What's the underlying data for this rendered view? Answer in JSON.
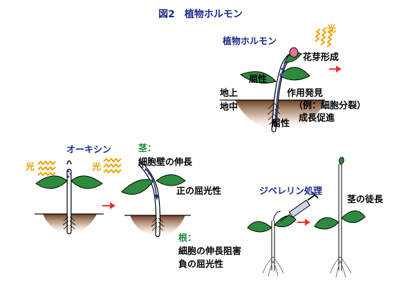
{
  "figure": {
    "title": "図2　植物ホルモン"
  },
  "top_panel": {
    "hormone_label": "植物ホルモン",
    "light_label": "光",
    "flower_label": "花芽形成",
    "tropism_upper": "屈性",
    "ground_above": "地上",
    "ground_below": "地中",
    "action_line1": "作用発見",
    "action_line2": "（例：細胞分裂）",
    "action_line3": "成長促進",
    "tropism_lower": "屈性"
  },
  "auxin_panel": {
    "auxin_label": "オーキシン",
    "light_left": "光",
    "light_right": "光",
    "stem_heading": "茎：",
    "stem_text": "細胞壁の伸長",
    "stem_phototropism": "正の屈光性",
    "root_heading": "根：",
    "root_text1": "細胞の伸長阻害",
    "root_text2": "負の屈光性"
  },
  "gibberellin_panel": {
    "treatment_label": "ジベレリン処理",
    "result_label": "茎の徒長"
  },
  "colors": {
    "title": "#1c2a8c",
    "hormone_text": "#1c2a8c",
    "light": "#f0a000",
    "leaf": "#2e8a3e",
    "arrow_red": "#e8322a",
    "soil": "#6b3c22",
    "stem_heading": "#1a8a3a",
    "root_heading": "#1a8a3a",
    "dots": "#3d3dc8",
    "flower_bud": "#e86f9a"
  }
}
